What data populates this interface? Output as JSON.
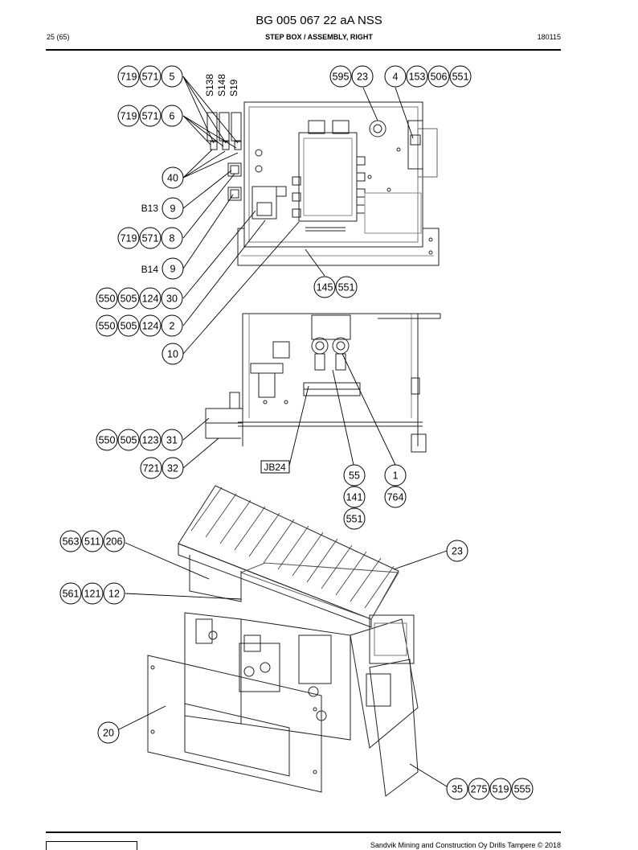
{
  "header": {
    "title": "BG 005 067 22 aA NSS",
    "page": "25 (65)",
    "section": "STEP BOX / ASSEMBLY, RIGHT",
    "code": "180115"
  },
  "callouts": {
    "c01": [
      "719",
      "571",
      "5"
    ],
    "c02": [
      "719",
      "571",
      "6"
    ],
    "c03": [
      "40"
    ],
    "c04": [
      "9"
    ],
    "c05": [
      "719",
      "571",
      "8"
    ],
    "c06": [
      "9"
    ],
    "c07": [
      "550",
      "505",
      "124",
      "30"
    ],
    "c08": [
      "550",
      "505",
      "124",
      "2"
    ],
    "c09": [
      "10"
    ],
    "c10": [
      "595",
      "23"
    ],
    "c11": [
      "4",
      "153",
      "506",
      "551"
    ],
    "c12": [
      "145",
      "551"
    ],
    "c13": [
      "550",
      "505",
      "123",
      "31"
    ],
    "c14": [
      "721",
      "32"
    ],
    "c15": [
      "55"
    ],
    "c16": [
      "141"
    ],
    "c17": [
      "551"
    ],
    "c18": [
      "1"
    ],
    "c19": [
      "764"
    ],
    "c20": [
      "563",
      "511",
      "206"
    ],
    "c21": [
      "23"
    ],
    "c22": [
      "561",
      "121",
      "12"
    ],
    "c23": [
      "20"
    ],
    "c24": [
      "35",
      "275",
      "519",
      "555"
    ]
  },
  "labels": {
    "b13": "B13",
    "b14": "B14",
    "s138": "S138",
    "s148": "S148",
    "s19": "S19",
    "jb24": "JB24"
  },
  "footer": {
    "text": "Sandvik Mining and Construction Oy Drills Tampere © 2018"
  }
}
